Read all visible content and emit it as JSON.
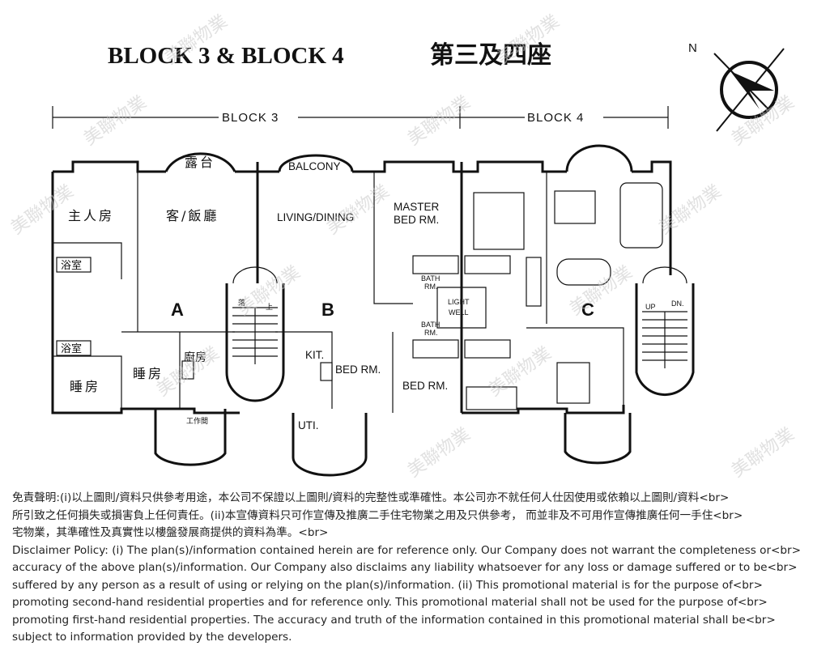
{
  "header": {
    "title_en": "BLOCK 3 & BLOCK 4",
    "title_cn": "第三及四座",
    "north_label": "N"
  },
  "dimensions": {
    "block3": "BLOCK 3",
    "block4": "BLOCK 4"
  },
  "units": {
    "a": "A",
    "b": "B",
    "c": "C"
  },
  "rooms": {
    "a_master": "主人房",
    "a_living": "客/飯廳",
    "a_balcony": "露台",
    "a_bath1": "浴室",
    "a_bath2": "浴室",
    "a_bedroom1": "睡房",
    "a_bedroom2": "睡房",
    "a_kitchen": "廚房",
    "a_utility": "工作間",
    "a_stair": "落",
    "a_stair_up": "上",
    "b_balcony": "BALCONY",
    "b_living": "LIVING/DINING",
    "b_master_1": "MASTER",
    "b_master_2": "BED RM.",
    "b_bath1_1": "BATH",
    "b_bath1_2": "RM.",
    "b_bath2_1": "BATH",
    "b_bath2_2": "RM.",
    "light_well_1": "LIGHT",
    "light_well_2": "WELL",
    "b_kit": "KIT.",
    "b_bed1": "BED RM.",
    "b_bed2": "BED RM.",
    "b_uti": "UTI.",
    "c_up": "UP",
    "c_dn": "DN."
  },
  "watermark": "美聯物業",
  "disclaimer": {
    "cn": "免責聲明:(i)以上圖則/資料只供參考用途，本公司不保證以上圖則/資料的完整性或準確性。本公司亦不就任何人仕因使用或依賴以上圖則/資料<br>\n所引致之任何損失或損害負上任何責任。(ii)本宣傳資料只可作宣傳及推廣二手住宅物業之用及只供參考， 而並非及不可用作宣傳推廣任何一手住<br>\n宅物業，其準確性及真實性以樓盤發展商提供的資料為準。<br>",
    "en": "Disclaimer Policy: (i) The plan(s)/information contained herein are for reference only. Our Company does not warrant the completeness or<br>\naccuracy of the above plan(s)/information. Our Company also disclaims any liability whatsoever for any loss or damage suffered or to be<br>\nsuffered by any person as a result of using or relying on the plan(s)/information. (ii) This promotional material is for the purpose of<br>\npromoting second-hand residential properties and for reference only. This promotional material shall not be used for the purpose of<br>\npromoting first-hand residential properties. The accuracy and truth of the information contained in this promotional material shall be<br>\nsubject to information provided by the developers."
  }
}
